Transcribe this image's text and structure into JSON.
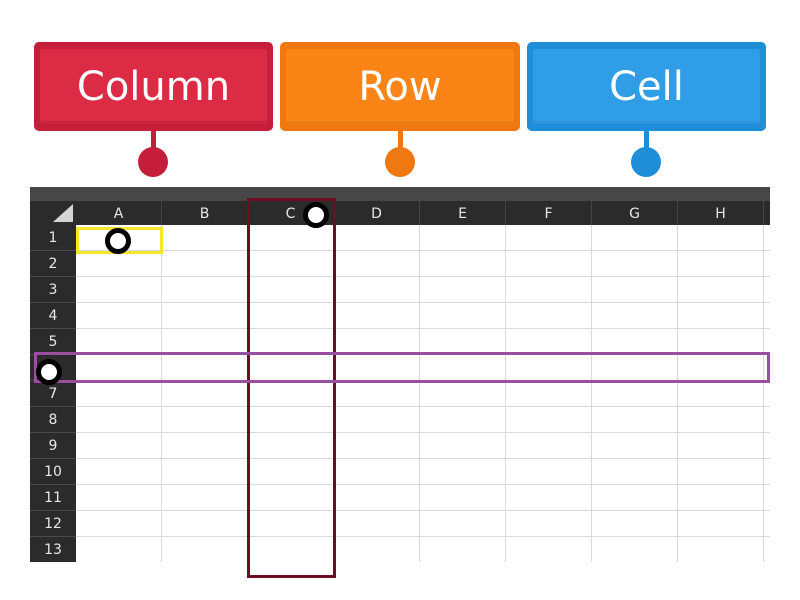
{
  "labels": {
    "column": {
      "text": "Column",
      "color": "#dc2b45"
    },
    "row": {
      "text": "Row",
      "color": "#fb8416"
    },
    "cell": {
      "text": "Cell",
      "color": "#2f9ee6"
    }
  },
  "spreadsheet": {
    "column_headers": [
      "A",
      "B",
      "C",
      "D",
      "E",
      "F",
      "G",
      "H"
    ],
    "row_headers": [
      "1",
      "2",
      "3",
      "4",
      "5",
      "",
      "7",
      "8",
      "9",
      "10",
      "11",
      "12",
      "13"
    ],
    "highlighted_column": "C",
    "highlighted_row": "6",
    "highlighted_cell": "A1",
    "highlight_colors": {
      "column": "#6e0e22",
      "row": "#9a4e9e",
      "cell": "#f5e62a"
    }
  }
}
